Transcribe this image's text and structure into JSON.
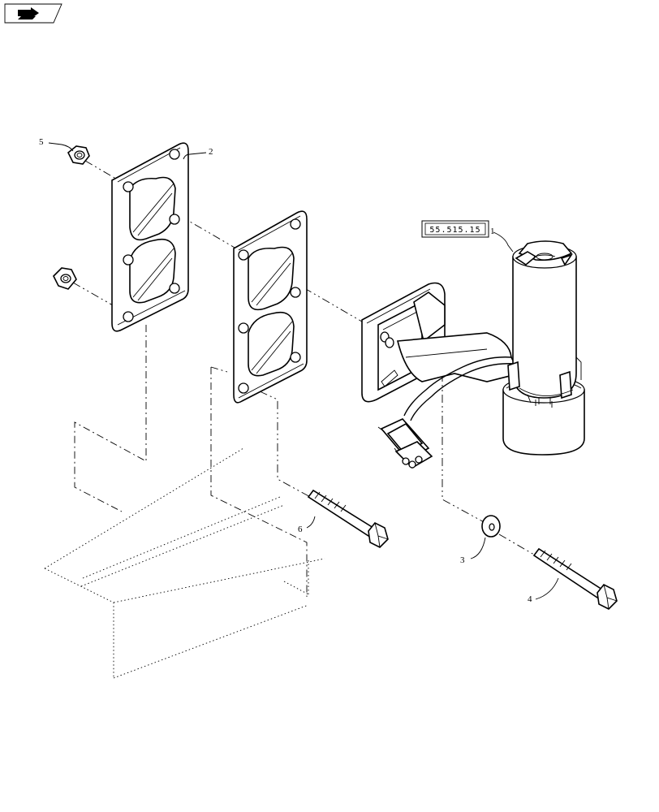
{
  "nav": {
    "icon": "navigation-arrow-icon"
  },
  "reference": {
    "label": "55.515.15"
  },
  "callouts": {
    "c1": "1",
    "c2": "2",
    "c3": "3",
    "c4": "4",
    "c5": "5",
    "c6": "6"
  }
}
